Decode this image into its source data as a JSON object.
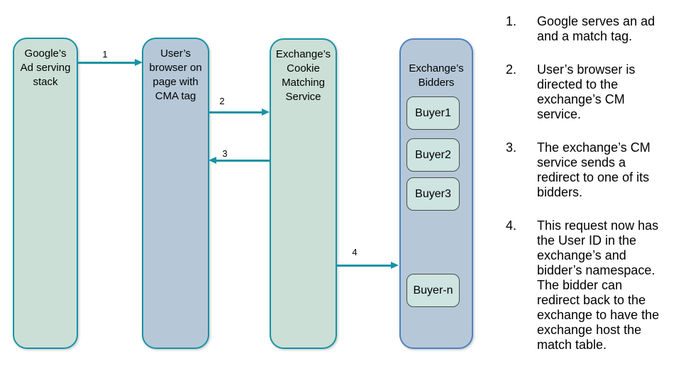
{
  "diagram": {
    "nodes": [
      {
        "label": "Google’s\nAd serving\nstack"
      },
      {
        "label": "User’s\nbrowser on\npage with\nCMA tag"
      },
      {
        "label": "Exchange’s\nCookie\nMatching\nService"
      },
      {
        "label": "Exchange’s\nBidders",
        "buyers": [
          {
            "label": "Buyer1"
          },
          {
            "label": "Buyer2"
          },
          {
            "label": "Buyer3"
          },
          {
            "label": "Buyer-n"
          }
        ]
      }
    ],
    "arrows": [
      {
        "label": "1"
      },
      {
        "label": "2"
      },
      {
        "label": "3"
      },
      {
        "label": "4"
      }
    ]
  },
  "steps": [
    {
      "number": "1.",
      "text": "Google serves an ad\nand a match tag."
    },
    {
      "number": "2.",
      "text": "User’s browser is\ndirected to the\nexchange’s CM\nservice."
    },
    {
      "number": "3.",
      "text": "The exchange’s CM\nservice sends a\nredirect to one of its\nbidders."
    },
    {
      "number": "4.",
      "text": "This request now has\nthe User ID in the\nexchange’s and\nbidder’s namespace.\nThe bidder can\nredirect back to the\nexchange to have the\nexchange host the\nmatch table."
    }
  ],
  "colors": {
    "arrow_teal": "#1793a4",
    "green_fill": "#cbdfd7",
    "blue_fill": "#b6c8d8",
    "bidders_border": "#4d82c2",
    "buyer_fill": "#cde4e0"
  }
}
